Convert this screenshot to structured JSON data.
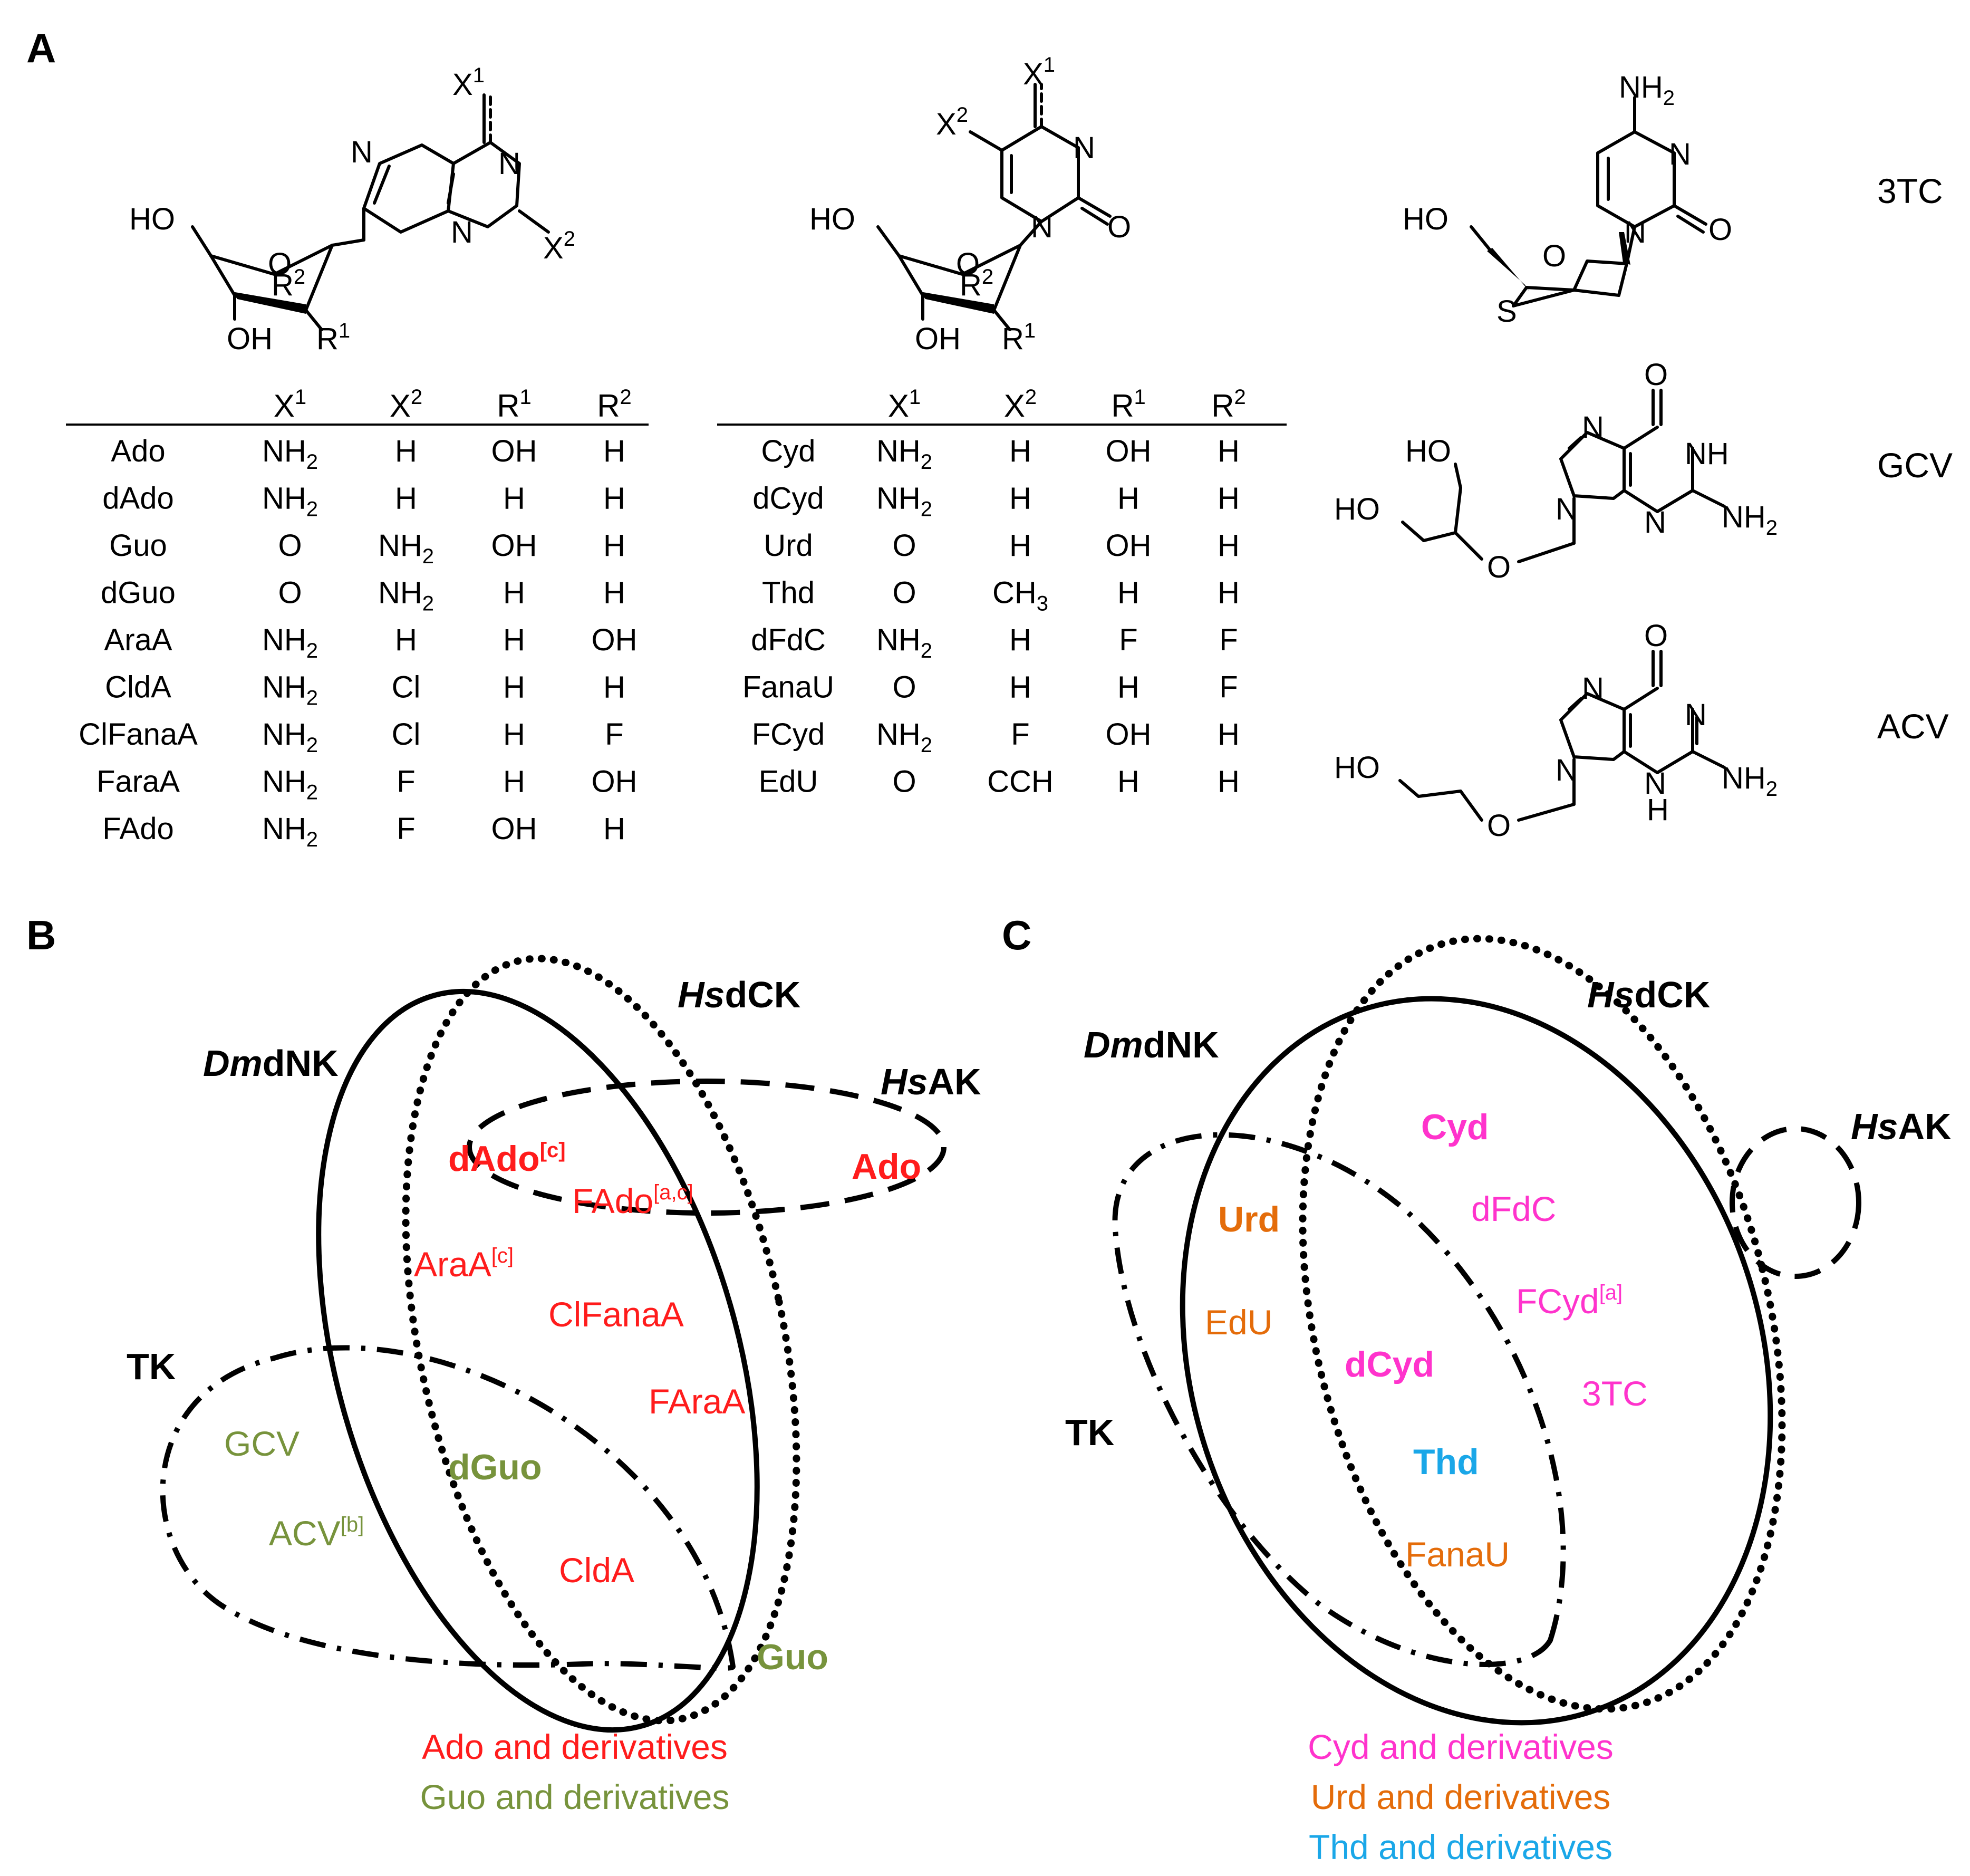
{
  "panels": {
    "a": "A",
    "b": "B",
    "c": "C"
  },
  "colors": {
    "ado": "#ff1c1c",
    "guo": "#77933c",
    "cyd": "#ff33cc",
    "urd": "#e46c0a",
    "thd": "#1aa7e8"
  },
  "structures": {
    "purine": {
      "ho": "HO",
      "o": "O",
      "oh": "OH",
      "n": "N",
      "x": "X",
      "r": "R",
      "sup1": "1",
      "sup2": "2"
    },
    "pyrimidine": {
      "ho": "HO",
      "o": "O",
      "oh": "OH",
      "n": "N",
      "x": "X",
      "r": "R",
      "sup1": "1",
      "sup2": "2"
    },
    "lamivudine": {
      "name": "3TC",
      "nh": "NH",
      "sub2": "2",
      "n": "N",
      "o": "O",
      "ho": "HO",
      "s": "S"
    },
    "ganciclovir": {
      "name": "GCV",
      "o": "O",
      "n": "N",
      "nh": "NH",
      "nh2": "NH",
      "sub2": "2",
      "ho1": "HO",
      "ho2": "HO"
    },
    "acyclovir": {
      "name": "ACV",
      "o": "O",
      "n": "N",
      "h": "H",
      "nh2": "NH",
      "sub2": "2",
      "ho": "HO"
    }
  },
  "table_headers": {
    "x": "X",
    "r": "R",
    "sup1": "1",
    "sup2": "2"
  },
  "purine_table": [
    {
      "name": "Ado",
      "x1": "NH",
      "x1s": "2",
      "x2": "H",
      "x2s": "",
      "r1": "OH",
      "r2": "H"
    },
    {
      "name": "dAdo",
      "x1": "NH",
      "x1s": "2",
      "x2": "H",
      "x2s": "",
      "r1": "H",
      "r2": "H"
    },
    {
      "name": "Guo",
      "x1": "O",
      "x1s": "",
      "x2": "NH",
      "x2s": "2",
      "r1": "OH",
      "r2": "H"
    },
    {
      "name": "dGuo",
      "x1": "O",
      "x1s": "",
      "x2": "NH",
      "x2s": "2",
      "r1": "H",
      "r2": "H"
    },
    {
      "name": "AraA",
      "x1": "NH",
      "x1s": "2",
      "x2": "H",
      "x2s": "",
      "r1": "H",
      "r2": "OH"
    },
    {
      "name": "CldA",
      "x1": "NH",
      "x1s": "2",
      "x2": "Cl",
      "x2s": "",
      "r1": "H",
      "r2": "H"
    },
    {
      "name": "ClFanaA",
      "x1": "NH",
      "x1s": "2",
      "x2": "Cl",
      "x2s": "",
      "r1": "H",
      "r2": "F"
    },
    {
      "name": "FaraA",
      "x1": "NH",
      "x1s": "2",
      "x2": "F",
      "x2s": "",
      "r1": "H",
      "r2": "OH"
    },
    {
      "name": "FAdo",
      "x1": "NH",
      "x1s": "2",
      "x2": "F",
      "x2s": "",
      "r1": "OH",
      "r2": "H"
    }
  ],
  "pyrimidine_table": [
    {
      "name": "Cyd",
      "x1": "NH",
      "x1s": "2",
      "x2": "H",
      "x2s": "",
      "r1": "OH",
      "r2": "H"
    },
    {
      "name": "dCyd",
      "x1": "NH",
      "x1s": "2",
      "x2": "H",
      "x2s": "",
      "r1": "H",
      "r2": "H"
    },
    {
      "name": "Urd",
      "x1": "O",
      "x1s": "",
      "x2": "H",
      "x2s": "",
      "r1": "OH",
      "r2": "H"
    },
    {
      "name": "Thd",
      "x1": "O",
      "x1s": "",
      "x2": "CH",
      "x2s": "3",
      "r1": "H",
      "r2": "H"
    },
    {
      "name": "dFdC",
      "x1": "NH",
      "x1s": "2",
      "x2": "H",
      "x2s": "",
      "r1": "F",
      "r2": "F"
    },
    {
      "name": "FanaU",
      "x1": "O",
      "x1s": "",
      "x2": "H",
      "x2s": "",
      "r1": "H",
      "r2": "F"
    },
    {
      "name": "FCyd",
      "x1": "NH",
      "x1s": "2",
      "x2": "F",
      "x2s": "",
      "r1": "OH",
      "r2": "H"
    },
    {
      "name": "EdU",
      "x1": "O",
      "x1s": "",
      "x2": "CCH",
      "x2s": "",
      "r1": "H",
      "r2": "H"
    }
  ],
  "panel_b": {
    "enzymes": {
      "hsdck_italic": "Hs",
      "hsdck_rest": "dCK",
      "dmdnk_italic": "Dm",
      "dmdnk_rest": "dNK",
      "hsak_italic": "Hs",
      "hsak_rest": "AK",
      "tk": "TK"
    },
    "labels": {
      "dado": "dAdo",
      "dado_sup": "[c]",
      "fado": "FAdo",
      "fado_sup": "[a,c]",
      "ado": "Ado",
      "araa": "AraA",
      "araa_sup": "[c]",
      "clfanaa": "ClFanaA",
      "faraa": "FAraA",
      "gcv": "GCV",
      "dguo": "dGuo",
      "acv": "ACV",
      "acv_sup": "[b]",
      "clda": "CldA",
      "guo": "Guo"
    },
    "legend": [
      "Ado and derivatives",
      "Guo and derivatives"
    ]
  },
  "panel_c": {
    "enzymes": {
      "hsdck_italic": "Hs",
      "hsdck_rest": "dCK",
      "dmdnk_italic": "Dm",
      "dmdnk_rest": "dNK",
      "hsak_italic": "Hs",
      "hsak_rest": "AK",
      "tk": "TK"
    },
    "labels": {
      "cyd": "Cyd",
      "urd": "Urd",
      "dfdc": "dFdC",
      "edu": "EdU",
      "fcyd": "FCyd",
      "fcyd_sup": "[a]",
      "dcyd": "dCyd",
      "tc3": "3TC",
      "thd": "Thd",
      "fanau": "FanaU"
    },
    "legend": [
      "Cyd and derivatives",
      "Urd and derivatives",
      "Thd and derivatives"
    ]
  }
}
